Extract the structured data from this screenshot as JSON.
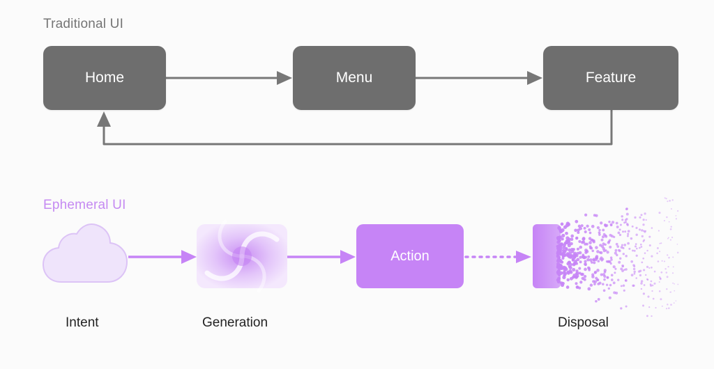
{
  "traditional": {
    "title": "Traditional UI",
    "steps": [
      "Home",
      "Menu",
      "Feature"
    ],
    "color": "#6e6e6e"
  },
  "ephemeral": {
    "title": "Ephemeral UI",
    "action_label": "Action",
    "captions": {
      "intent": "Intent",
      "generation": "Generation",
      "disposal": "Disposal"
    },
    "accent": "#c684f6",
    "icons": [
      "cloud-icon",
      "swirl-icon",
      "particles-icon"
    ]
  }
}
